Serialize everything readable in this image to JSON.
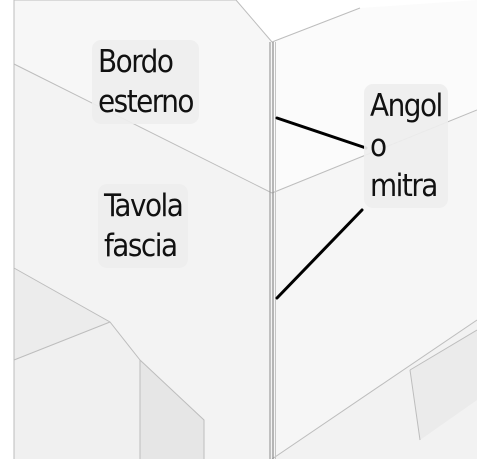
{
  "labels": {
    "outer_edge": "Bordo\nesterno",
    "fascia_board": "Tavola\nfascia",
    "mitre_joint": "Angol\no\nmitra"
  },
  "colors": {
    "background": "#ffffff",
    "surface_light": "#f8f8f8",
    "surface_mid": "#f1f1f1",
    "surface_shadow": "#e4e4e4",
    "edge_line": "#b9b9b9",
    "pointer": "#000000",
    "label_bg": "#eeeeee",
    "label_text": "#111111"
  }
}
